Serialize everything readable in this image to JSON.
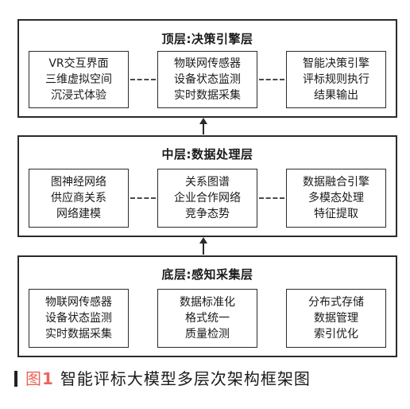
{
  "layers": {
    "top": {
      "title": "顶层:决策引擎层",
      "boxes": [
        [
          "VR交互界面",
          "三维虚拟空间",
          "沉浸式体验"
        ],
        [
          "物联网传感器",
          "设备状态监测",
          "实时数据采集"
        ],
        [
          "智能决策引擎",
          "评标规则执行",
          "结果输出"
        ]
      ]
    },
    "middle": {
      "title": "中层:数据处理层",
      "boxes": [
        [
          "图神经网络",
          "供应商关系",
          "网络建模"
        ],
        [
          "关系图谱",
          "企业合作网络",
          "竞争态势"
        ],
        [
          "数据融合引擎",
          "多模态处理",
          "特征提取"
        ]
      ]
    },
    "bottom": {
      "title": "底层:感知采集层",
      "boxes": [
        [
          "物联网传感器",
          "设备状态监测",
          "实时数据采集"
        ],
        [
          "数据标准化",
          "格式统一",
          "质量检测"
        ],
        [
          "分布式存储",
          "数据管理",
          "索引优化"
        ]
      ]
    }
  },
  "caption": {
    "fig_label": "图",
    "fig_number": "1",
    "text": "智能评标大模型多层次架构框架图"
  }
}
